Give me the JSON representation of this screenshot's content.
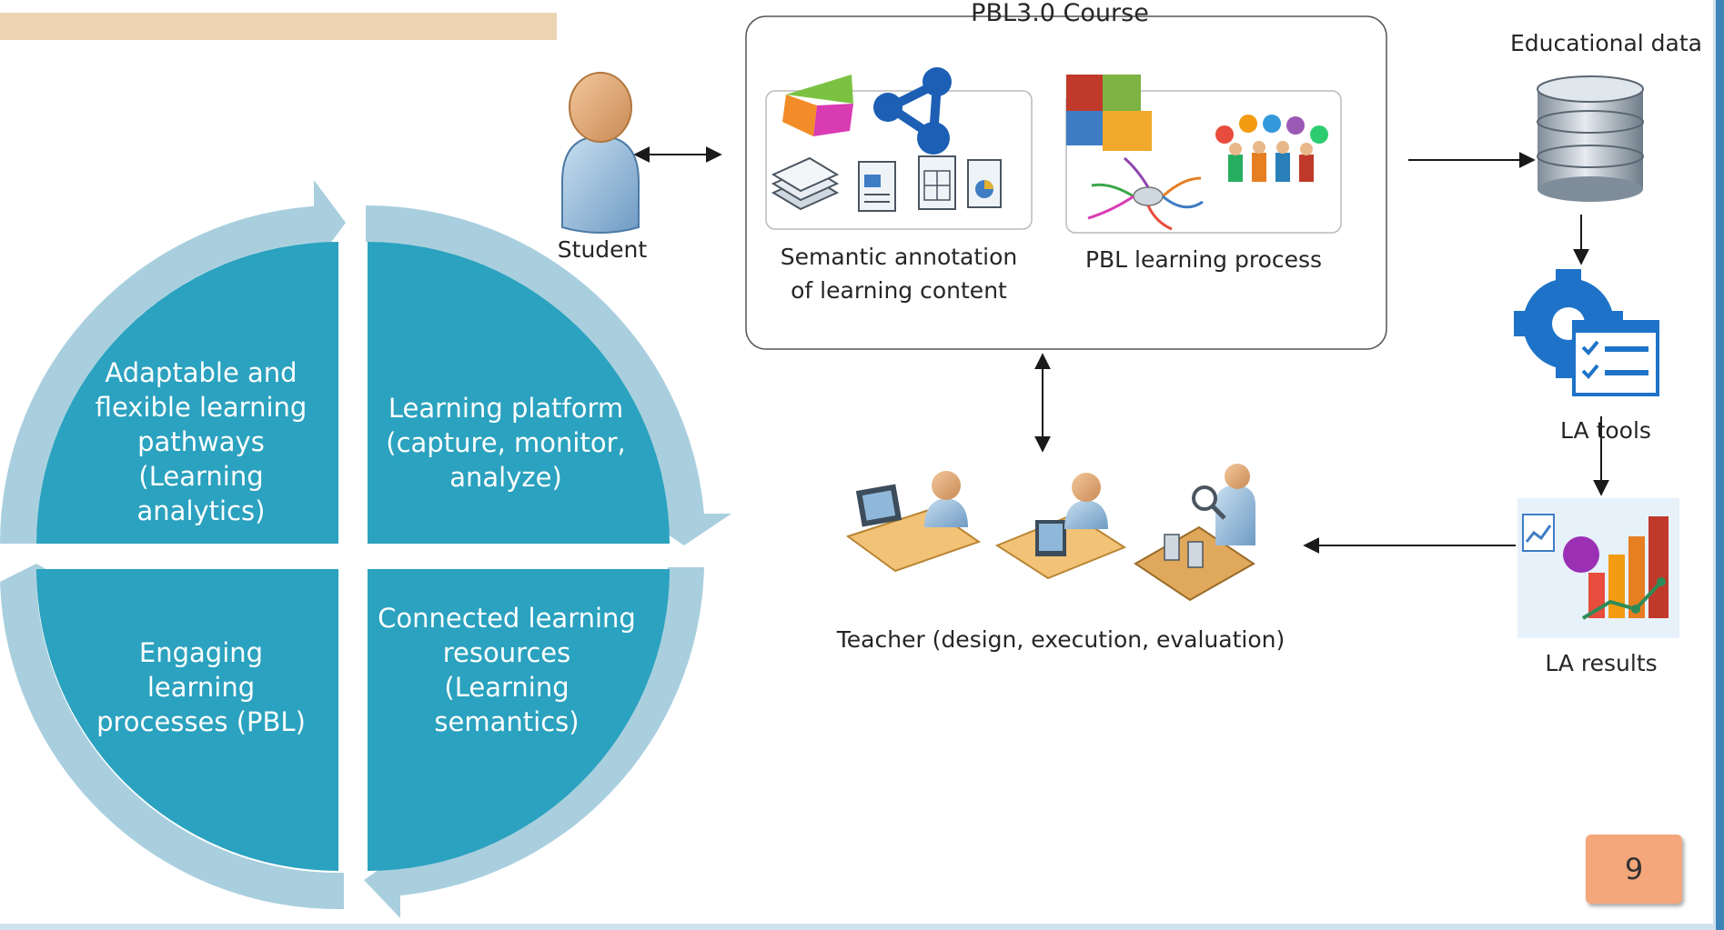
{
  "cycle": {
    "quadrants": {
      "top_left": "Adaptable and flexible learning pathways (Learning analytics)",
      "top_right": "Learning platform (capture, monitor, analyze)",
      "bottom_left": "Engaging learning processes (PBL)",
      "bottom_right": "Connected learning resources (Learning semantics)"
    }
  },
  "flow": {
    "course_title": "PBL3.0 Course",
    "student": "Student",
    "semantic_line1": "Semantic annotation",
    "semantic_line2": "of learning content",
    "pbl_process": "PBL learning process",
    "educational_data": "Educational data",
    "la_tools": "LA tools",
    "la_results": "LA results",
    "teacher": "Teacher (design, execution, evaluation)"
  },
  "page_number": "9",
  "colors": {
    "quadrant_fill": "#2ba2bf",
    "ring_arrow": "#a9cfdf",
    "header_bar": "#ecd4b3",
    "badge": "#f4a77b"
  }
}
